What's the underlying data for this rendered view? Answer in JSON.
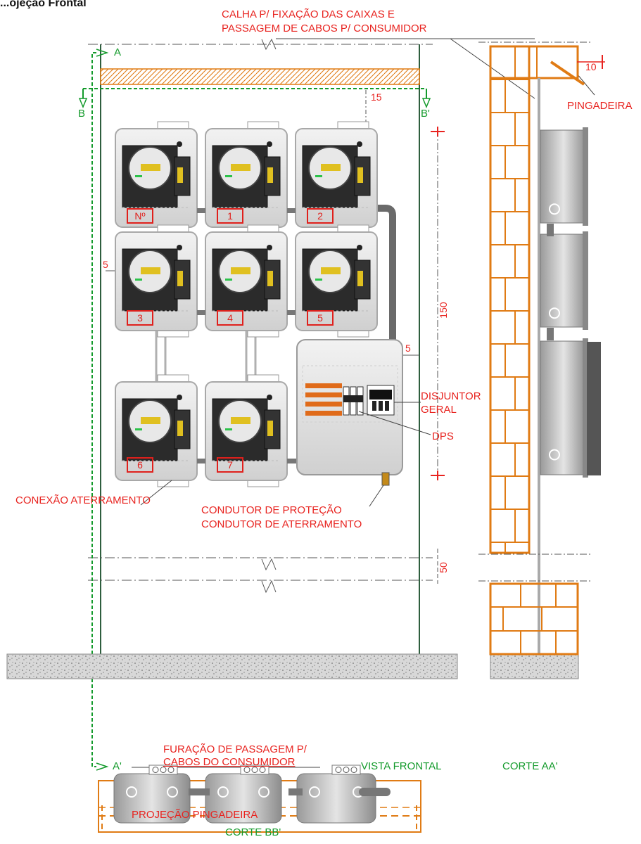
{
  "page_title": "...ojeção Frontal",
  "labels": {
    "calha_line1": "CALHA P/ FIXAÇÃO DAS CAIXAS E",
    "calha_line2": "PASSAGEM DE CABOS P/ CONSUMIDOR",
    "pingadeira": "PINGADEIRA",
    "disjuntor_line1": "DISJUNTOR",
    "disjuntor_line2": "GERAL",
    "dps": "DPS",
    "conexao_aterramento": "CONEXÃO ATERRAMENTO",
    "condutor_line1": "CONDUTOR DE PROTEÇÃO",
    "condutor_line2": "CONDUTOR DE ATERRAMENTO",
    "furacao_line1": "FURAÇÃO DE PASSAGEM P/",
    "furacao_line2": "CABOS DO CONSUMIDOR",
    "projecao_pingadeira": "PROJEÇÃO PINGADEIRA"
  },
  "view_titles": {
    "vista_frontal": "VISTA FRONTAL",
    "corte_aa": "CORTE AA'",
    "corte_bb": "CORTE BB'"
  },
  "section_marks": {
    "a": "A",
    "a_prime": "A'",
    "b": "B",
    "b_prime": "B'"
  },
  "dimensions": {
    "d15": "15",
    "d5_left": "5",
    "d5_right": "5",
    "d150": "150",
    "d50": "50",
    "d10": "10"
  },
  "meter_numbers": [
    "Nº",
    "1",
    "2",
    "3",
    "4",
    "5",
    "6",
    "7"
  ],
  "colors": {
    "red": "#e8231f",
    "green": "#139a2b",
    "orange": "#e07b14",
    "dark_green": "#2e5e3e",
    "gray": "#8a8a8a"
  }
}
